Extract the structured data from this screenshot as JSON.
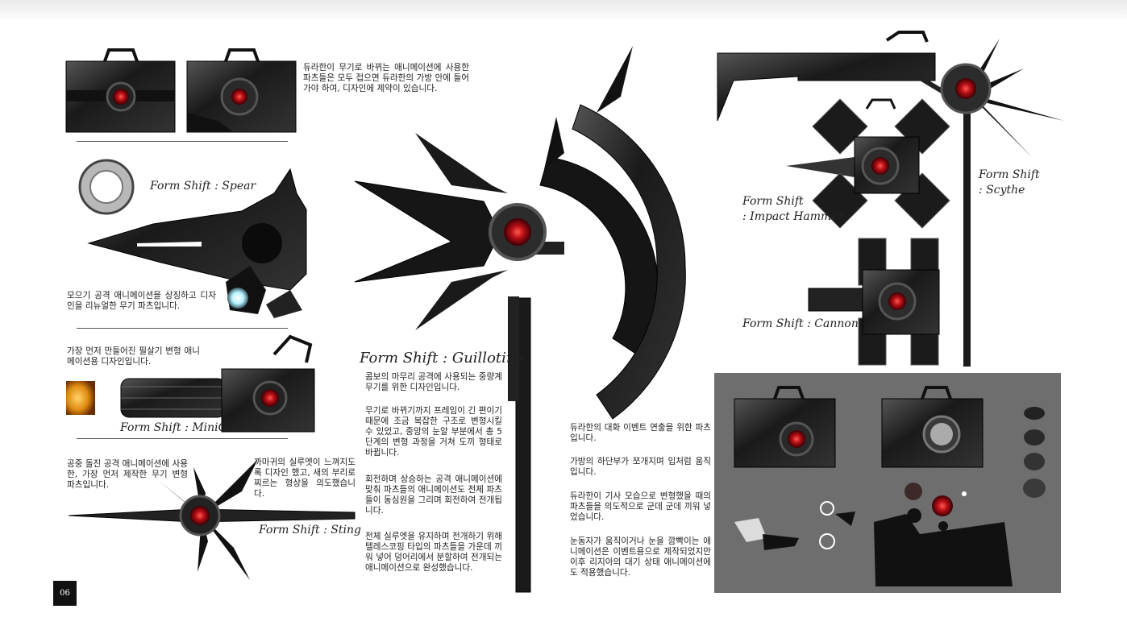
{
  "page_number": "06",
  "captions": {
    "spear": "Form Shift : Spear",
    "minigun": "Form Shift : MiniGun",
    "sting": "Form Shift : Sting",
    "guillotine": "Form Shift : Guillotine",
    "impact_hammer": "Form Shift\n: Impact Hammer",
    "scythe": "Form Shift\n: Scythe",
    "cannon": "Form Shift : Cannon"
  },
  "texts": {
    "bag_desc": "듀라한이 무기로 바뀌는 애니메이션에 사용한 파츠들은 모두 접으면 듀라한의 가방 안에 들어가야 하여, 디자인에 제약이 있습니다.",
    "spear_desc": "모으기 공격 애니메이션을 상징하고 디자인을 리뉴얼한 무기 파츠입니다.",
    "minigun_desc": "가장 먼저 만들어진 필살기 변형 애니메이션용 디자인입니다.",
    "sting_desc_1": "공중 돌진 공격 애니메이션에 사용한, 가장 먼저 제작한 무기 변형 파츠입니다.",
    "sting_desc_2": "까마귀의 실루엣이 느껴지도록 디자인 했고, 새의 부리로 찌르는 형상을 의도했습니다.",
    "guillotine_p1": "콤보의 마무리 공격에 사용되는 중량계 무기를 위한 디자인입니다.",
    "guillotine_p2": "무기로 바뀌기까지 프레임이 긴 편이기 때문에 조금 복잡한 구조로 변형시킬 수 있었고, 중앙의 눈알 부분에서 총 5단계의 변형 과정을 거쳐 도끼 형태로 바뀝니다.",
    "guillotine_p3": "회전하며 상승하는 공격 애니메이션에 맞춰 파츠들의 애니메이션도 전체 파츠들이 동심원을 그리며 회전하여 전개됩니다.",
    "guillotine_p4": "전체 실루엣을 유지하며 전개하기 위해 텔레스코핑 타입의 파츠들을 가운데 끼워 넣어 덩어리에서 분할하여 전개되는 애니메이션으로 완성했습니다.",
    "event_p1": "듀라한의 대화 이벤트 연출을 위한 파츠입니다.",
    "event_p2": "가방의 하단부가 쪼개지며 입처럼 움직입니다.",
    "event_p3": "듀라한이 기사 모습으로 변형했을 때의 파츠들을 의도적으로 군데 군데 끼워 넣었습니다.",
    "event_p4": "눈동자가 움직이거나 눈을 깜빡이는 애니메이션은 이벤트용으로 제작되었지만 이후 리지아의 대기 상태 애니메이션에도 적용했습니다."
  },
  "colors": {
    "eye_red": "#c0121a",
    "metal_dark": "#1b1b1b",
    "panel_gray": "#6e6e6e",
    "glow_orange": "#e38a12",
    "glow_cyan": "#bff4ff"
  }
}
